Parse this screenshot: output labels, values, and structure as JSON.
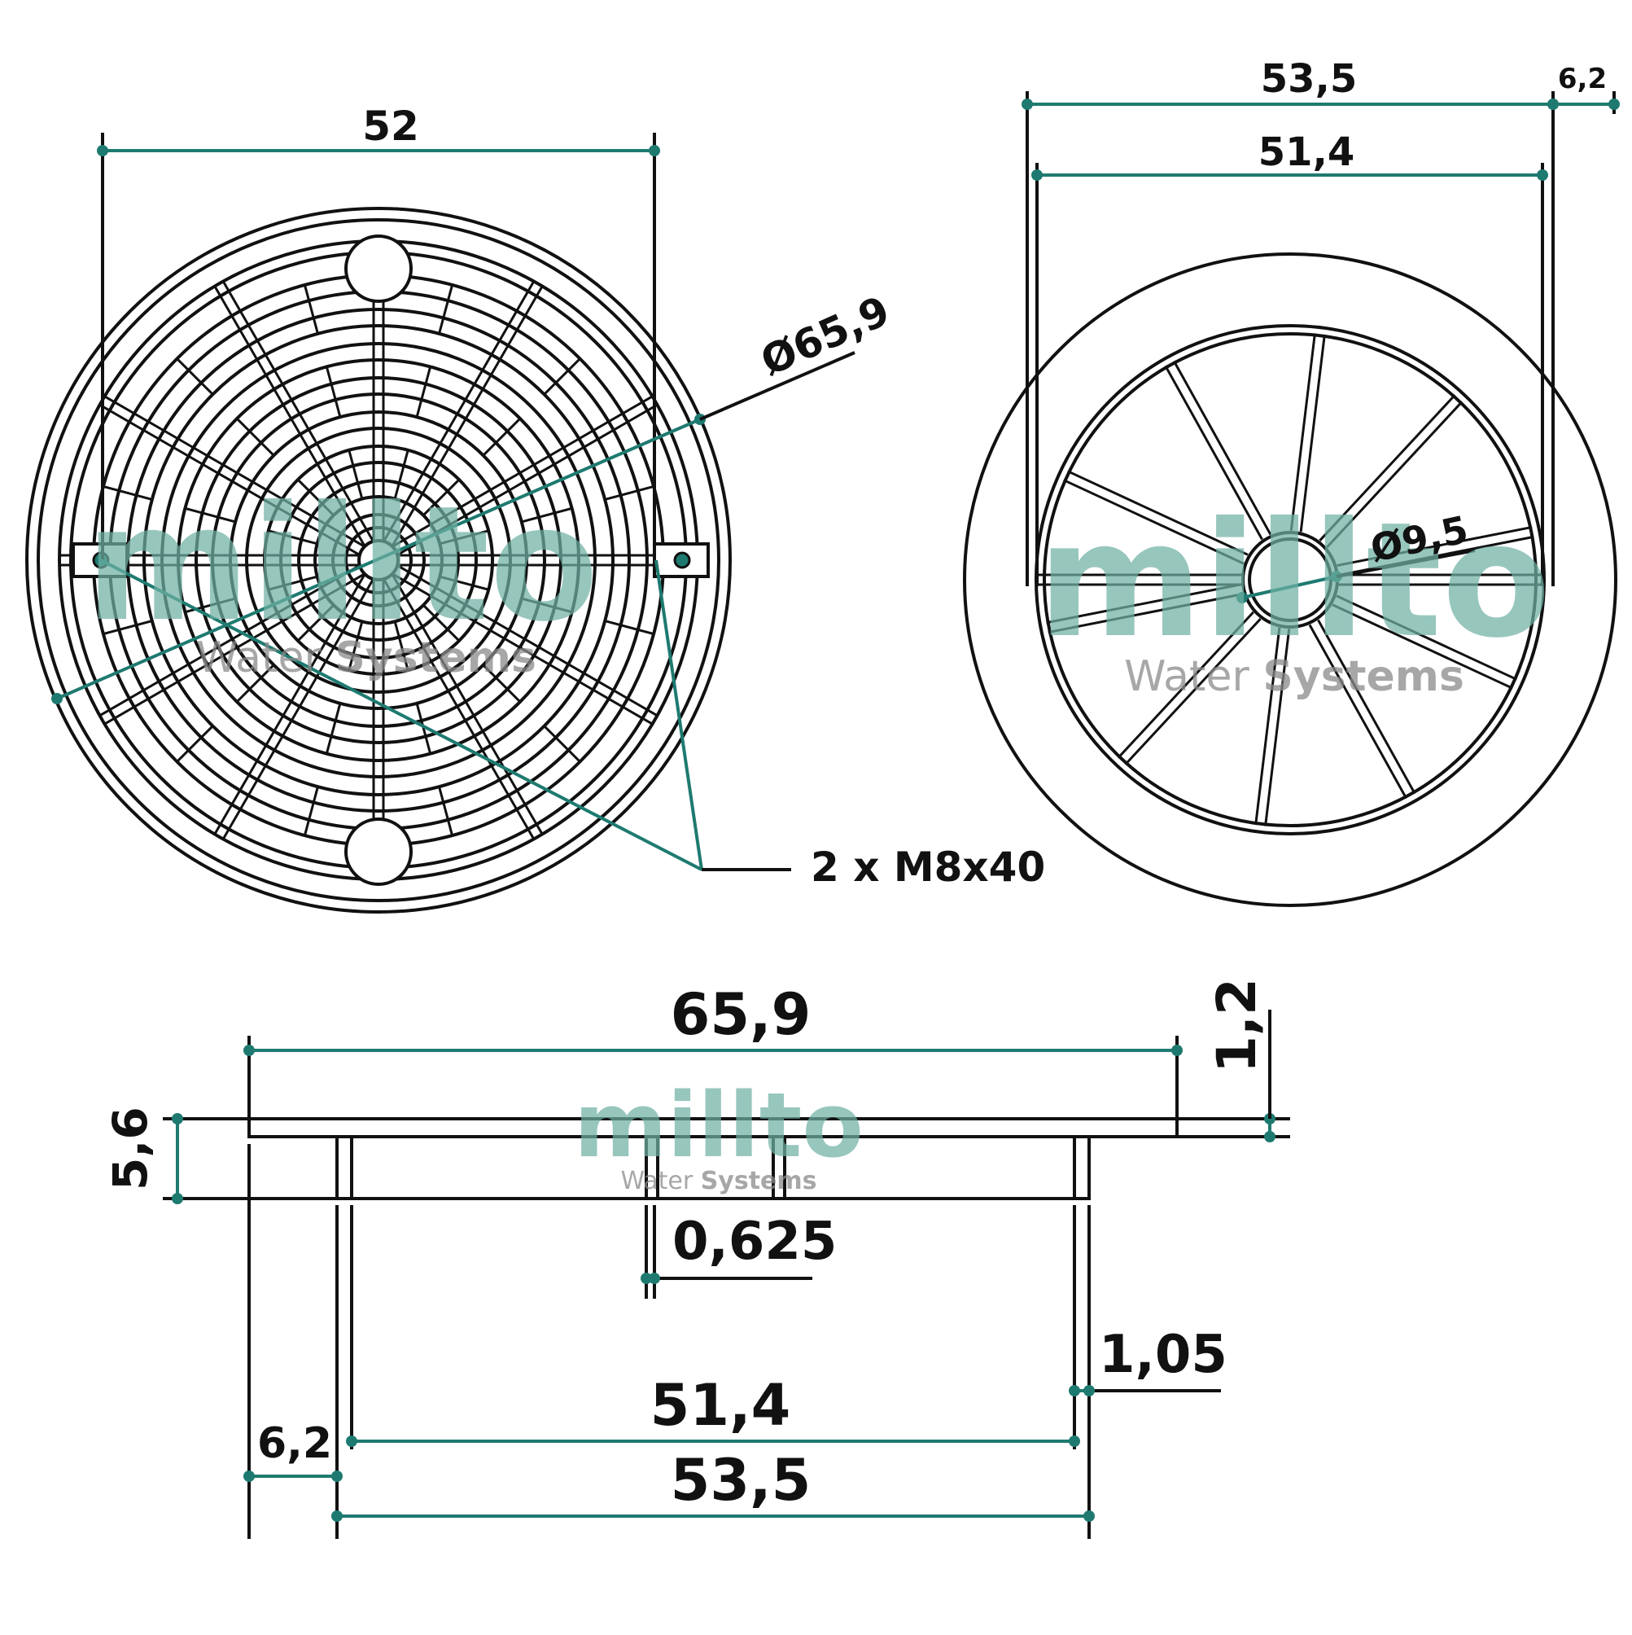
{
  "colors": {
    "dimension": "#1e7a70",
    "outline": "#111111",
    "watermark": "#6fb0a4",
    "watermark_sub": "#8a8a8a"
  },
  "top_view": {
    "width_label": "52",
    "diameter_label": "Ø65,9",
    "bolt_label": "2 x M8x40"
  },
  "bottom_view": {
    "outer_label": "53,5",
    "wall_label": "6,2",
    "inner_label": "51,4",
    "hub_label": "Ø9,5"
  },
  "section_view": {
    "overall_label": "65,9",
    "flange_label": "1,2",
    "height_label": "5,6",
    "rib_label": "0,625",
    "wall_label": "1,05",
    "inner_label": "51,4",
    "outer_label": "53,5",
    "offset_label": "6,2"
  },
  "watermark": {
    "brand": "millto",
    "sub_light": "Water ",
    "sub_bold": "Systems"
  }
}
